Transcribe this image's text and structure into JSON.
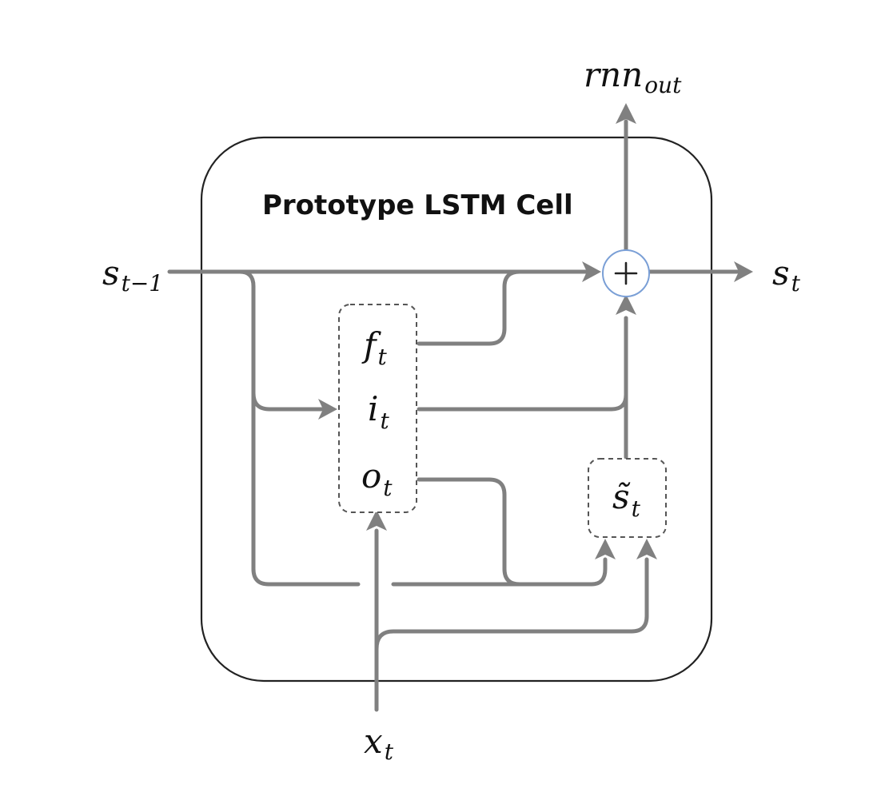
{
  "diagram": {
    "title": "Prototype LSTM Cell",
    "labels": {
      "output": {
        "base": "rnn",
        "sub": "out"
      },
      "prev_state": {
        "base": "s",
        "sub": "t−1"
      },
      "state": {
        "base": "s",
        "sub": "t"
      },
      "input": {
        "base": "x",
        "sub": "t"
      },
      "forget_gate": {
        "base": "f",
        "sub": "t"
      },
      "input_gate": {
        "base": "i",
        "sub": "t"
      },
      "output_gate": {
        "base": "o",
        "sub": "t"
      },
      "candidate_state": {
        "base": "s̃",
        "sub": "t"
      }
    },
    "sum_symbol": "+",
    "colors": {
      "wire": "#808080",
      "border": "#222222",
      "sum_node_ring": "#7a9fd6"
    }
  }
}
